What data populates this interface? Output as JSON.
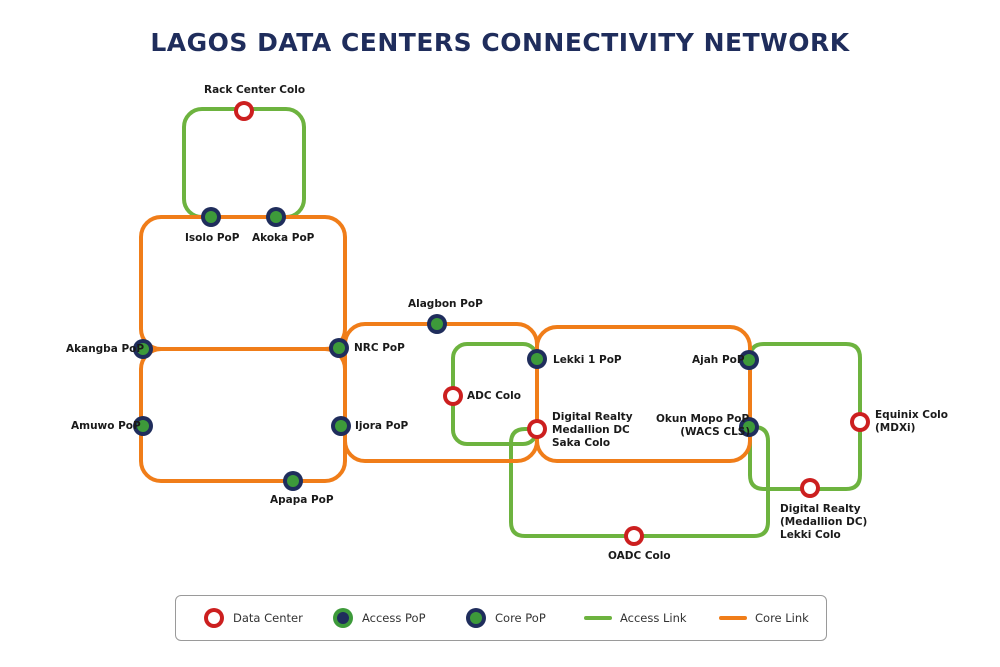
{
  "title": "LAGOS DATA CENTERS CONNECTIVITY NETWORK",
  "colors": {
    "core_link": "#f07d19",
    "access_link": "#6db33f",
    "data_center_ring": "#cc1f1f",
    "core_pop": "#1f2d5c",
    "node_fill": "#3d9a3a"
  },
  "nodes": {
    "rack_center": "Rack Center Colo",
    "isolo": "Isolo PoP",
    "akoka": "Akoka PoP",
    "akangba": "Akangba PoP",
    "nrc": "NRC PoP",
    "amuwo": "Amuwo PoP",
    "ijora": "Ijora PoP",
    "apapa": "Apapa PoP",
    "alagbon": "Alagbon PoP",
    "lekki1": "Lekki 1 PoP",
    "adc": "ADC Colo",
    "dr_saka": [
      "Digital Realty",
      "Medallion DC",
      "Saka Colo"
    ],
    "ajah": "Ajah PoP",
    "okun": [
      "Okun Mopo PoP",
      "(WACS CLS)"
    ],
    "equinix": [
      "Equinix Colo",
      "(MDXi)"
    ],
    "dr_lekki": [
      "Digital Realty",
      "(Medallion DC)",
      "Lekki Colo"
    ],
    "oadc": "OADC Colo"
  },
  "legend": {
    "data_center": "Data Center",
    "access_pop": "Access PoP",
    "core_pop": "Core PoP",
    "access_link": "Access Link",
    "core_link": "Core Link"
  }
}
